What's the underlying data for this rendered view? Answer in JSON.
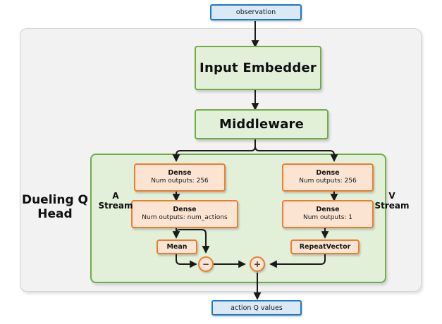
{
  "diagram": {
    "title": "Dueling Q Head network architecture",
    "colors": {
      "io_border": "#1b7ac4",
      "io_fill": "#dbe9f7",
      "module_border": "#70ad47",
      "module_fill": "#e2efd9",
      "layer_border": "#ed7d31",
      "layer_fill": "#fce4d3",
      "outer_fill": "#f2f2f2",
      "edge": "#1a1a1a"
    }
  },
  "io": {
    "input_label": "observation",
    "output_label": "action Q values"
  },
  "modules": {
    "input_embedder": "Input Embedder",
    "middleware": "Middleware"
  },
  "head": {
    "name": "Dueling Q\nHead",
    "name_line1": "Dueling Q",
    "name_line2": "Head",
    "a_stream_line1": "A",
    "a_stream_line2": "Stream",
    "v_stream_line1": "V",
    "v_stream_line2": "Stream"
  },
  "a_stream": {
    "dense1": {
      "title": "Dense",
      "sub": "Num outputs: 256"
    },
    "dense2": {
      "title": "Dense",
      "sub": "Num outputs: num_actions"
    },
    "mean": {
      "title": "Mean"
    }
  },
  "v_stream": {
    "dense1": {
      "title": "Dense",
      "sub": "Num outputs: 256"
    },
    "dense2": {
      "title": "Dense",
      "sub": "Num outputs: 1"
    },
    "repeat_vector": {
      "title": "RepeatVector"
    }
  },
  "operators": {
    "subtract": "−",
    "add": "+"
  }
}
